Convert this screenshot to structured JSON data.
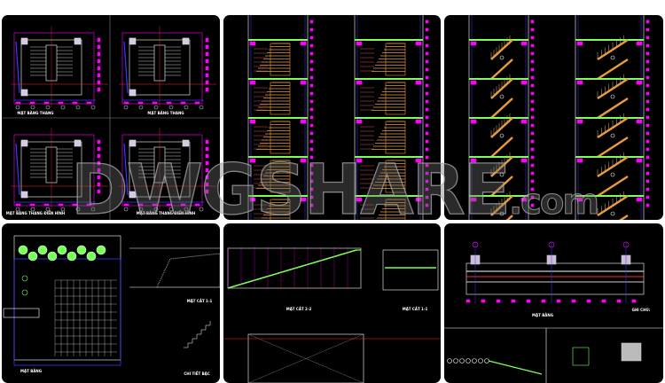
{
  "panels": [
    {
      "id": "stair-plans",
      "labels": [
        "MẶT BẰNG THANG",
        "MẶT BẰNG THANG",
        "MẶT BẰNG THANG ĐIỂN HÌNH",
        "MẶT BẰNG THANG ĐIỂN HÌNH"
      ]
    },
    {
      "id": "stair-sections-a"
    },
    {
      "id": "stair-sections-b"
    },
    {
      "id": "landscape-plan",
      "labels": [
        "MẶT BẰNG",
        "MẶT CẮT 1-1",
        "CHI TIẾT BẬC"
      ]
    },
    {
      "id": "ramp-sections",
      "labels": [
        "MẶT CẮT 2-2",
        "MẶT CẮT 1-1"
      ]
    },
    {
      "id": "railing-plan",
      "labels": [
        "MẶT BẰNG",
        "GHI CHÚ:"
      ]
    }
  ],
  "watermark": {
    "main": "DWGSHARE",
    "suffix": ".com"
  },
  "colors": {
    "background": "#000000",
    "magenta": "#ff00ff",
    "green": "#7cff5a",
    "orange": "#e89a3c",
    "blue": "#3a3aff",
    "red": "#ff2a2a"
  }
}
